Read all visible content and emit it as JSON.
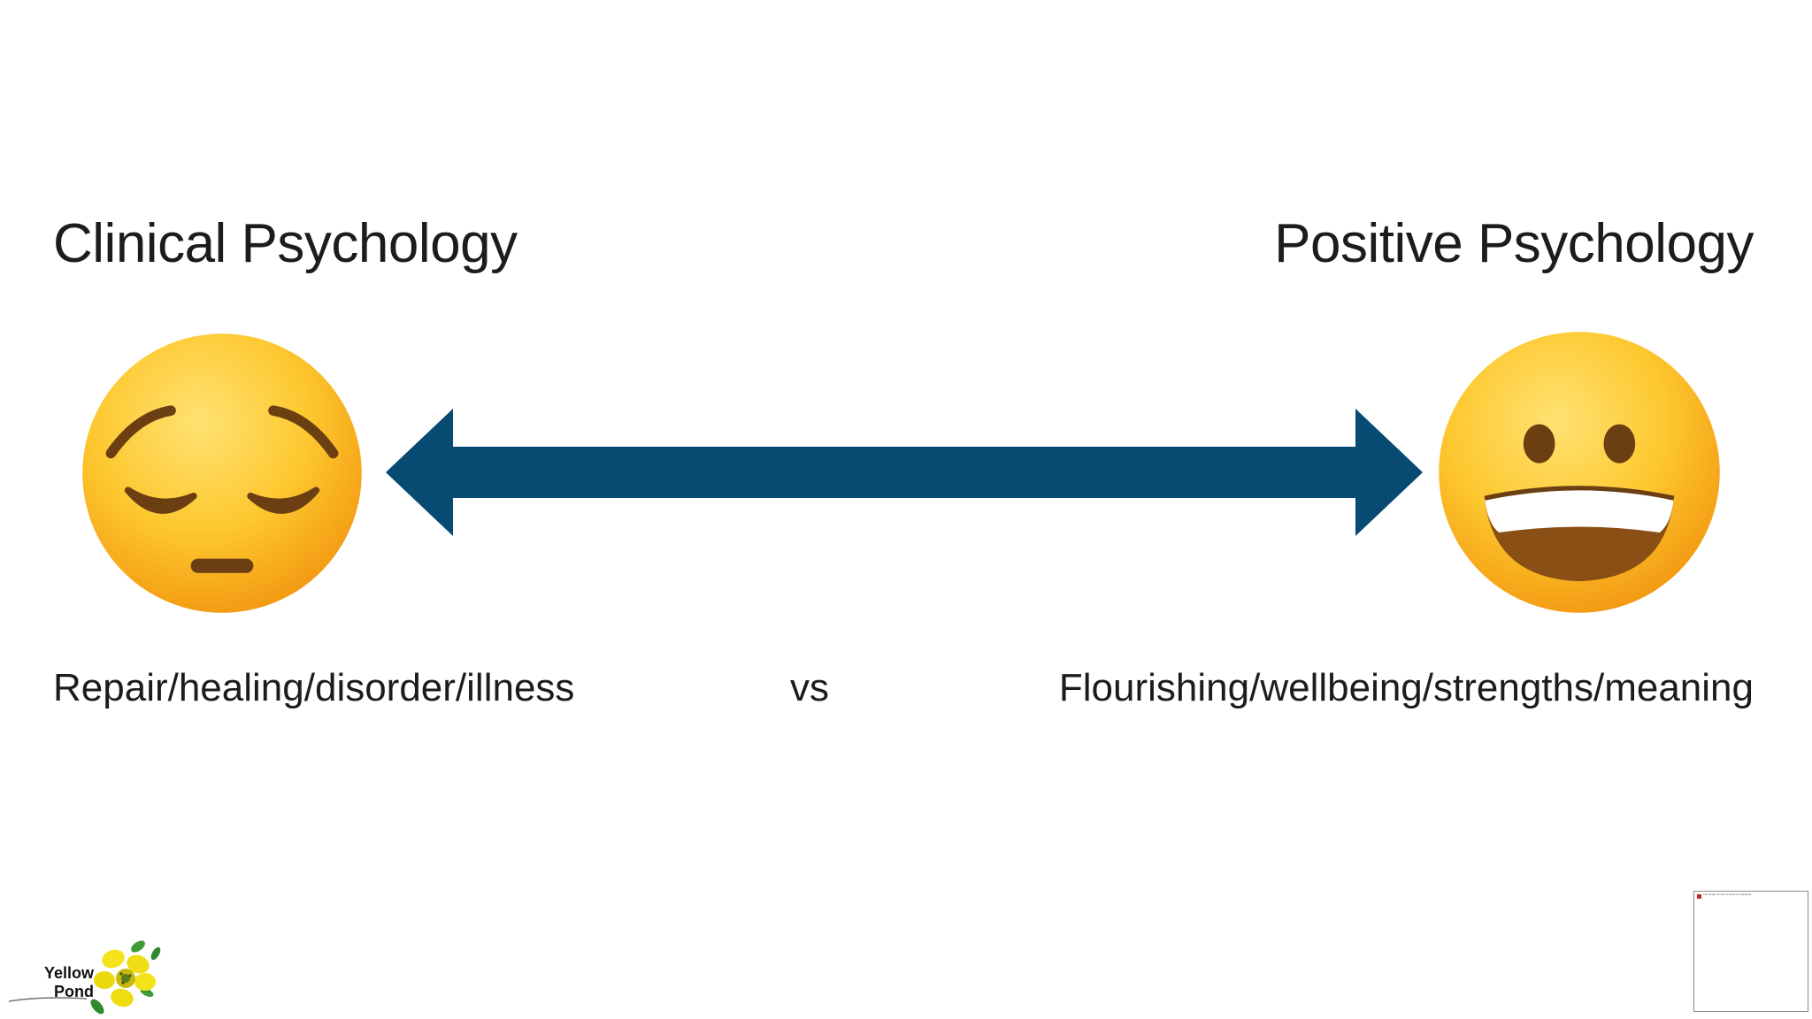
{
  "slide": {
    "left_title": "Clinical Psychology",
    "right_title": "Positive Psychology",
    "left_caption": "Repair/healing/disorder/illness",
    "vs_label": "vs",
    "right_caption": "Flourishing/wellbeing/strengths/meaning"
  },
  "icons": {
    "left_face": "pensive-face-icon",
    "right_face": "grinning-face-icon",
    "arrow": "double-headed-arrow-icon"
  },
  "logo": {
    "line1": "Yellow",
    "line2": "Pond"
  },
  "thumbnail": {
    "text": "The image cannot currently be displayed."
  },
  "colors": {
    "arrow": "#074a72",
    "emoji_yellow": "#fcc21b",
    "emoji_dark": "#6b3f12",
    "text": "#1c1c1c",
    "background": "#ffffff"
  }
}
